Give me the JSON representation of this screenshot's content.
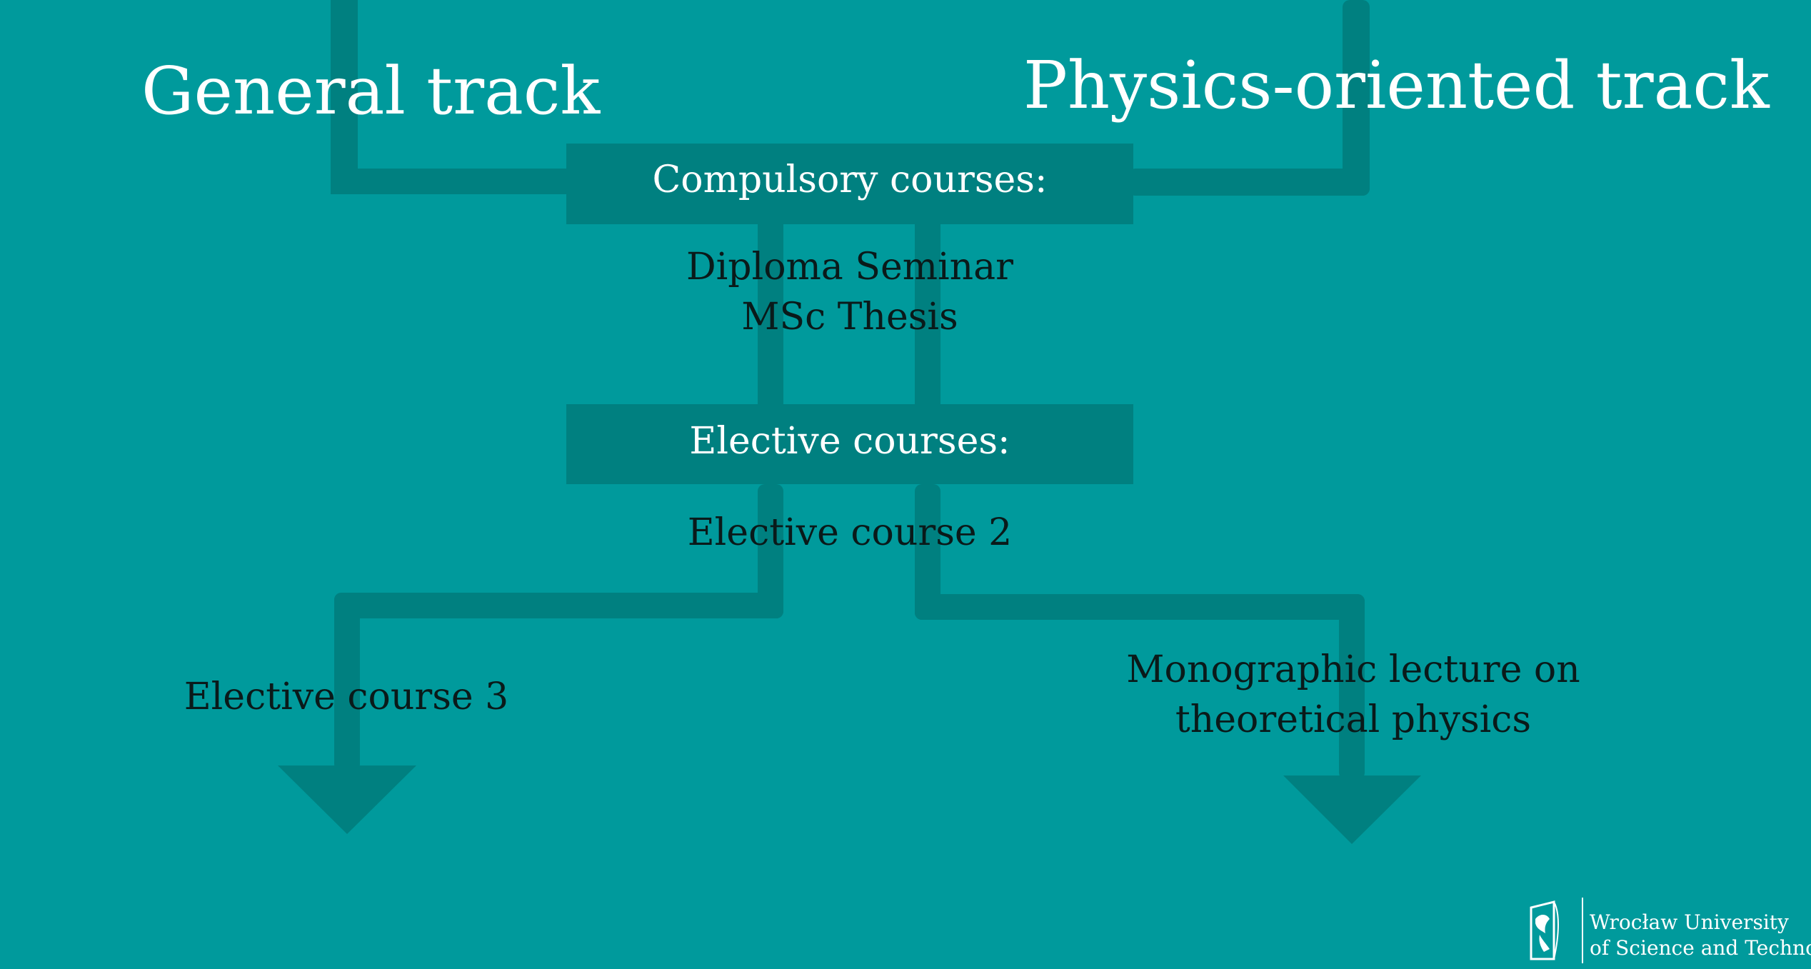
{
  "colors": {
    "background": "#009a9c",
    "flow": "#008080",
    "white": "#ffffff",
    "text_dark": "#0a1a1a"
  },
  "titles": {
    "general": "General track",
    "physics": "Physics-oriented track"
  },
  "compulsory": {
    "label": "Compulsory courses:",
    "items": [
      "Diploma Seminar",
      "MSc Thesis"
    ]
  },
  "elective": {
    "label": "Elective courses:",
    "shared": "Elective course 2",
    "left": "Elective course 3",
    "right": [
      "Monographic lecture on",
      "theoretical physics"
    ]
  },
  "logo": {
    "line1": "Wrocław University",
    "line2": "of Science and Technology",
    "emblem": "eagle-crest-icon"
  }
}
